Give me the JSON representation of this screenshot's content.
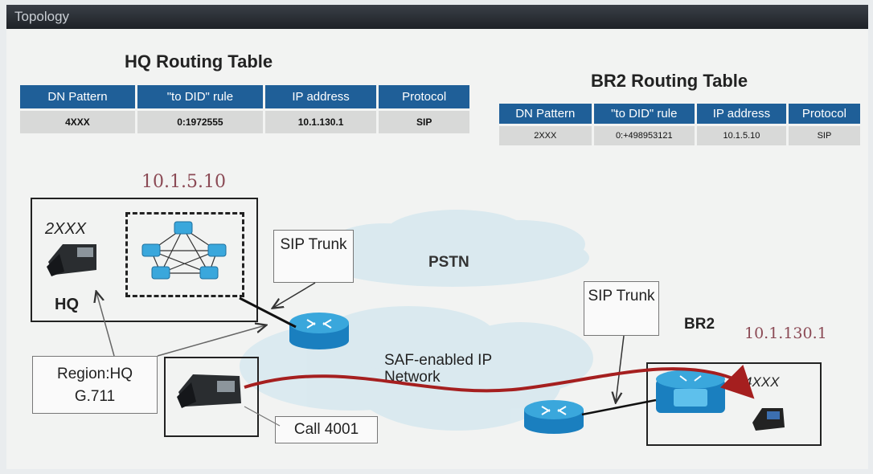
{
  "window": {
    "title": "Topology"
  },
  "hq_table": {
    "title": "HQ Routing Table",
    "headers": [
      "DN Pattern",
      "\"to DID\" rule",
      "IP address",
      "Protocol"
    ],
    "row": [
      "4XXX",
      "0:1972555",
      "10.1.130.1",
      "SIP"
    ]
  },
  "br2_table": {
    "title": "BR2 Routing Table",
    "headers": [
      "DN Pattern",
      "\"to DID\" rule",
      "IP address",
      "Protocol"
    ],
    "row": [
      "2XXX",
      "0:+498953121",
      "10.1.5.10",
      "SIP"
    ]
  },
  "hq": {
    "ip": "10.1.5.10",
    "dn": "2XXX",
    "label": "HQ"
  },
  "br2": {
    "ip": "10.1.130.1",
    "dn": "4XXX",
    "label": "BR2"
  },
  "sip_trunk_label": "SIP Trunk",
  "pstn_label": "PSTN",
  "network_label": "SAF-enabled IP Network",
  "region_label": {
    "line1": "Region:HQ",
    "line2": "G.711"
  },
  "call_label": "Call 4001",
  "colors": {
    "header": "#1f5f98",
    "call_path": "#a51f1f",
    "router": "#2e9fd8",
    "ip_label": "#8b4a55"
  },
  "icons": [
    "ip-phone-icon",
    "router-icon",
    "call-manager-cluster-icon",
    "cloud-icon"
  ]
}
